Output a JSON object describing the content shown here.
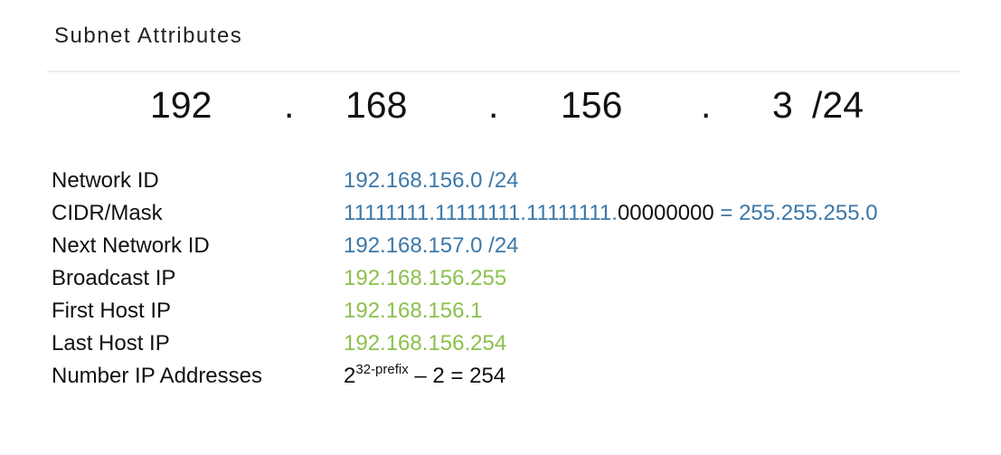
{
  "title": "Subnet Attributes",
  "ip": {
    "octet1": "192",
    "octet2": "168",
    "octet3": "156",
    "octet4": "3",
    "dot": ".",
    "prefix": "/24"
  },
  "attributes": {
    "network_id": {
      "label": "Network ID",
      "value": "192.168.156.0 /24"
    },
    "cidr_mask": {
      "label": "CIDR/Mask",
      "value_ones": "11111111.11111111.11111111.",
      "value_zeros": "00000000",
      "value_result": " = 255.255.255.0"
    },
    "next_network_id": {
      "label": "Next Network ID",
      "value": "192.168.157.0 /24"
    },
    "broadcast_ip": {
      "label": "Broadcast IP",
      "value": "192.168.156.255"
    },
    "first_host_ip": {
      "label": "First Host IP",
      "value": "192.168.156.1"
    },
    "last_host_ip": {
      "label": "Last Host IP",
      "value": "192.168.156.254"
    },
    "number_ip_addresses": {
      "label": "Number IP Addresses",
      "base": "2",
      "exponent": "32-prefix",
      "rest": " – 2 = 254"
    }
  },
  "colors": {
    "blue": "#3c78a8",
    "green": "#8cc04e",
    "text": "#111111"
  }
}
